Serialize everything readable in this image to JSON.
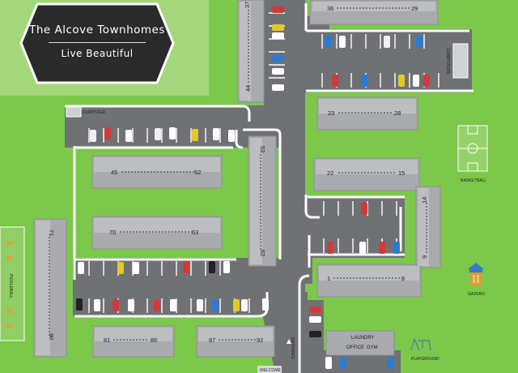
{
  "brand": {
    "title": "The Alcove Townhomes",
    "tagline": "Live Beautiful"
  },
  "labels": {
    "dumpster": "DUMPSTER",
    "dumpsters": "DUMPSTERS",
    "basketball": "BASKETBALL",
    "gazebo": "GAZEBO",
    "playground": "PLAYGROUND",
    "pickleball": "PICKLEBALL",
    "entrance": "ENTRANCE",
    "welcome": "WELCOME",
    "laundry": "LAUNDRY",
    "office": "OFFICE",
    "gym": "GYM"
  },
  "buildings": [
    {
      "id": "b36-29",
      "start": "36",
      "end": "29"
    },
    {
      "id": "b37-44",
      "start": "37",
      "end": "44"
    },
    {
      "id": "b23-28",
      "start": "23",
      "end": "28"
    },
    {
      "id": "b22-15",
      "start": "22",
      "end": "15"
    },
    {
      "id": "b45-52",
      "start": "45",
      "end": "52"
    },
    {
      "id": "b70-63",
      "start": "70",
      "end": "63"
    },
    {
      "id": "b53-62",
      "start": "53",
      "end": "62"
    },
    {
      "id": "b14-9",
      "start": "14",
      "end": "9"
    },
    {
      "id": "b1-8",
      "start": "1",
      "end": "8"
    },
    {
      "id": "b71-80",
      "start": "71",
      "end": "80"
    },
    {
      "id": "b81-86",
      "start": "81",
      "end": "86"
    },
    {
      "id": "b87-92",
      "start": "87",
      "end": "92"
    }
  ],
  "colors": {
    "grass": "#7cc84a",
    "road": "#707276",
    "roof": "#a9aaad",
    "light_lawn": "#a4d77b"
  }
}
